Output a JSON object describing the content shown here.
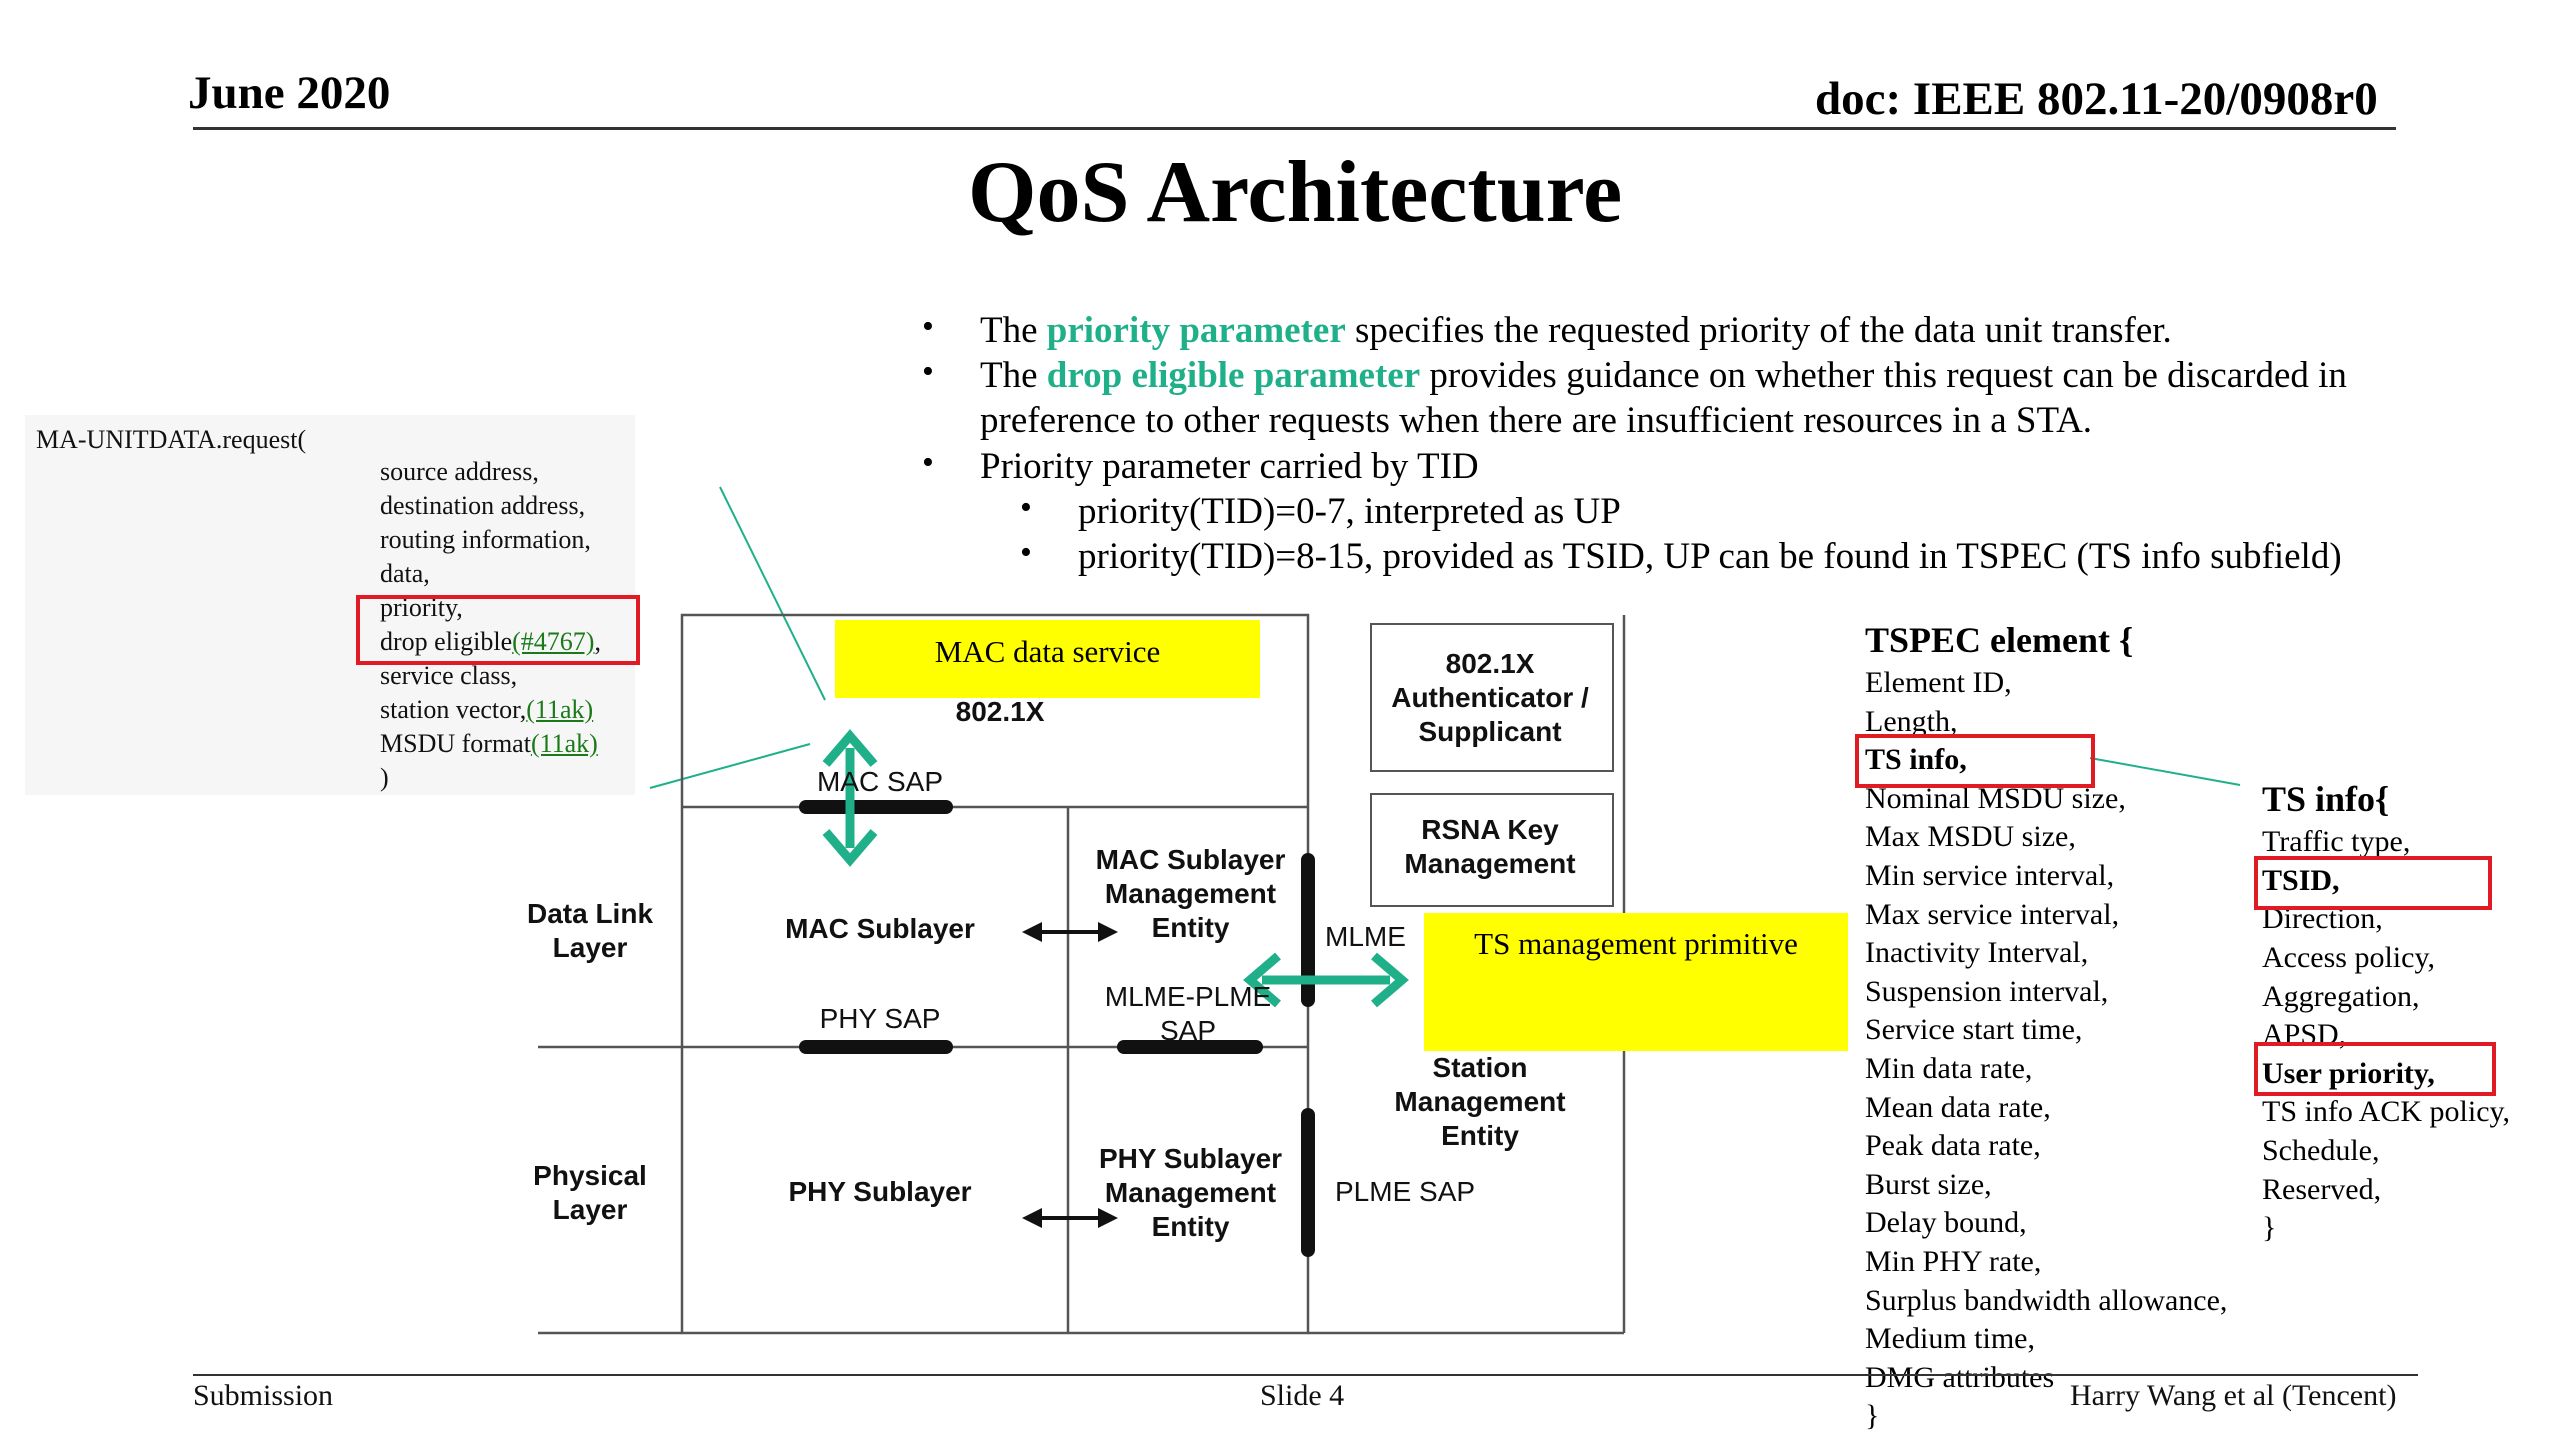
{
  "header": {
    "date": "June 2020",
    "doc": "doc: IEEE 802.11-20/0908r0"
  },
  "title": "QoS Architecture",
  "bullets": {
    "b1_pre": "The ",
    "b1_hl": "priority parameter",
    "b1_post": " specifies the requested priority of the data unit transfer.",
    "b2_pre": "The ",
    "b2_hl": "drop eligible parameter",
    "b2_post": " provides guidance on whether this request can be discarded in",
    "b2_line2": "preference to other requests when there are insufficient resources in a STA.",
    "b3": "Priority parameter carried by TID",
    "sub1": "priority(TID)=0-7, interpreted as UP",
    "sub2": "priority(TID)=8-15, provided as TSID, UP can be found in TSPEC (TS info subfield)"
  },
  "ma_unitdata": {
    "head": "MA-UNITDATA.request(",
    "params": [
      "source address,",
      "destination address,",
      "routing information,",
      "data,",
      "priority,"
    ],
    "drop_pre": "drop eligible",
    "drop_link": "(#4767)",
    "drop_post": ",",
    "service": "service class,",
    "sv_pre": "station vector,",
    "sv_link": "(11ak)",
    "msdu_pre": "MSDU format",
    "msdu_link": "(11ak)",
    "close": ")"
  },
  "diagram": {
    "mac_data_service": "MAC data service",
    "dot1x": "802.1X",
    "mac_sap": "MAC SAP",
    "auth_l1": "802.1X",
    "auth_l2": "Authenticator /",
    "auth_l3": "Supplicant",
    "rsna_l1": "RSNA Key",
    "rsna_l2": "Management",
    "data_link_l1": "Data Link",
    "data_link_l2": "Layer",
    "mac_sublayer": "MAC Sublayer",
    "mac_mgmt_l1": "MAC Sublayer",
    "mac_mgmt_l2": "Management",
    "mac_mgmt_l3": "Entity",
    "mlme": "MLME",
    "ts_mgmt": "TS management primitive",
    "phy_sap": "PHY SAP",
    "mlme_plme_l1": "MLME-PLME",
    "mlme_plme_l2": "SAP",
    "sme_l1": "Station",
    "sme_l2": "Management",
    "sme_l3": "Entity",
    "physical_l1": "Physical",
    "physical_l2": "Layer",
    "phy_sublayer": "PHY Sublayer",
    "phy_mgmt_l1": "PHY Sublayer",
    "phy_mgmt_l2": "Management",
    "phy_mgmt_l3": "Entity",
    "plme_sap": "PLME SAP"
  },
  "tspec": {
    "head": "TSPEC element {",
    "items": [
      "Element ID,",
      "Length,",
      "TS info,",
      "Nominal MSDU size,",
      "Max MSDU size,",
      "Min service interval,",
      "Max service interval,",
      "Inactivity Interval,",
      "Suspension interval,",
      "Service start time,",
      "Min data rate,",
      "Mean data rate,",
      "Peak data rate,",
      "Burst size,",
      "Delay bound,",
      "Min PHY rate,",
      "Surplus bandwidth allowance,",
      "Medium time,",
      "DMG attributes",
      "}"
    ]
  },
  "tsinfo": {
    "head": "TS info{",
    "items": [
      "Traffic type,",
      "TSID,",
      "Direction,",
      "Access policy,",
      "Aggregation,",
      "APSD,",
      "User priority,",
      "TS info ACK policy,",
      "Schedule,",
      "Reserved,",
      "}"
    ]
  },
  "footer": {
    "left": "Submission",
    "center": "Slide 4",
    "right": "Harry Wang et al (Tencent)"
  },
  "colors": {
    "highlight": "#1fb08a",
    "red_box": "#e01b24",
    "yellow": "#ffff00",
    "arrow": "#1fb08a"
  }
}
